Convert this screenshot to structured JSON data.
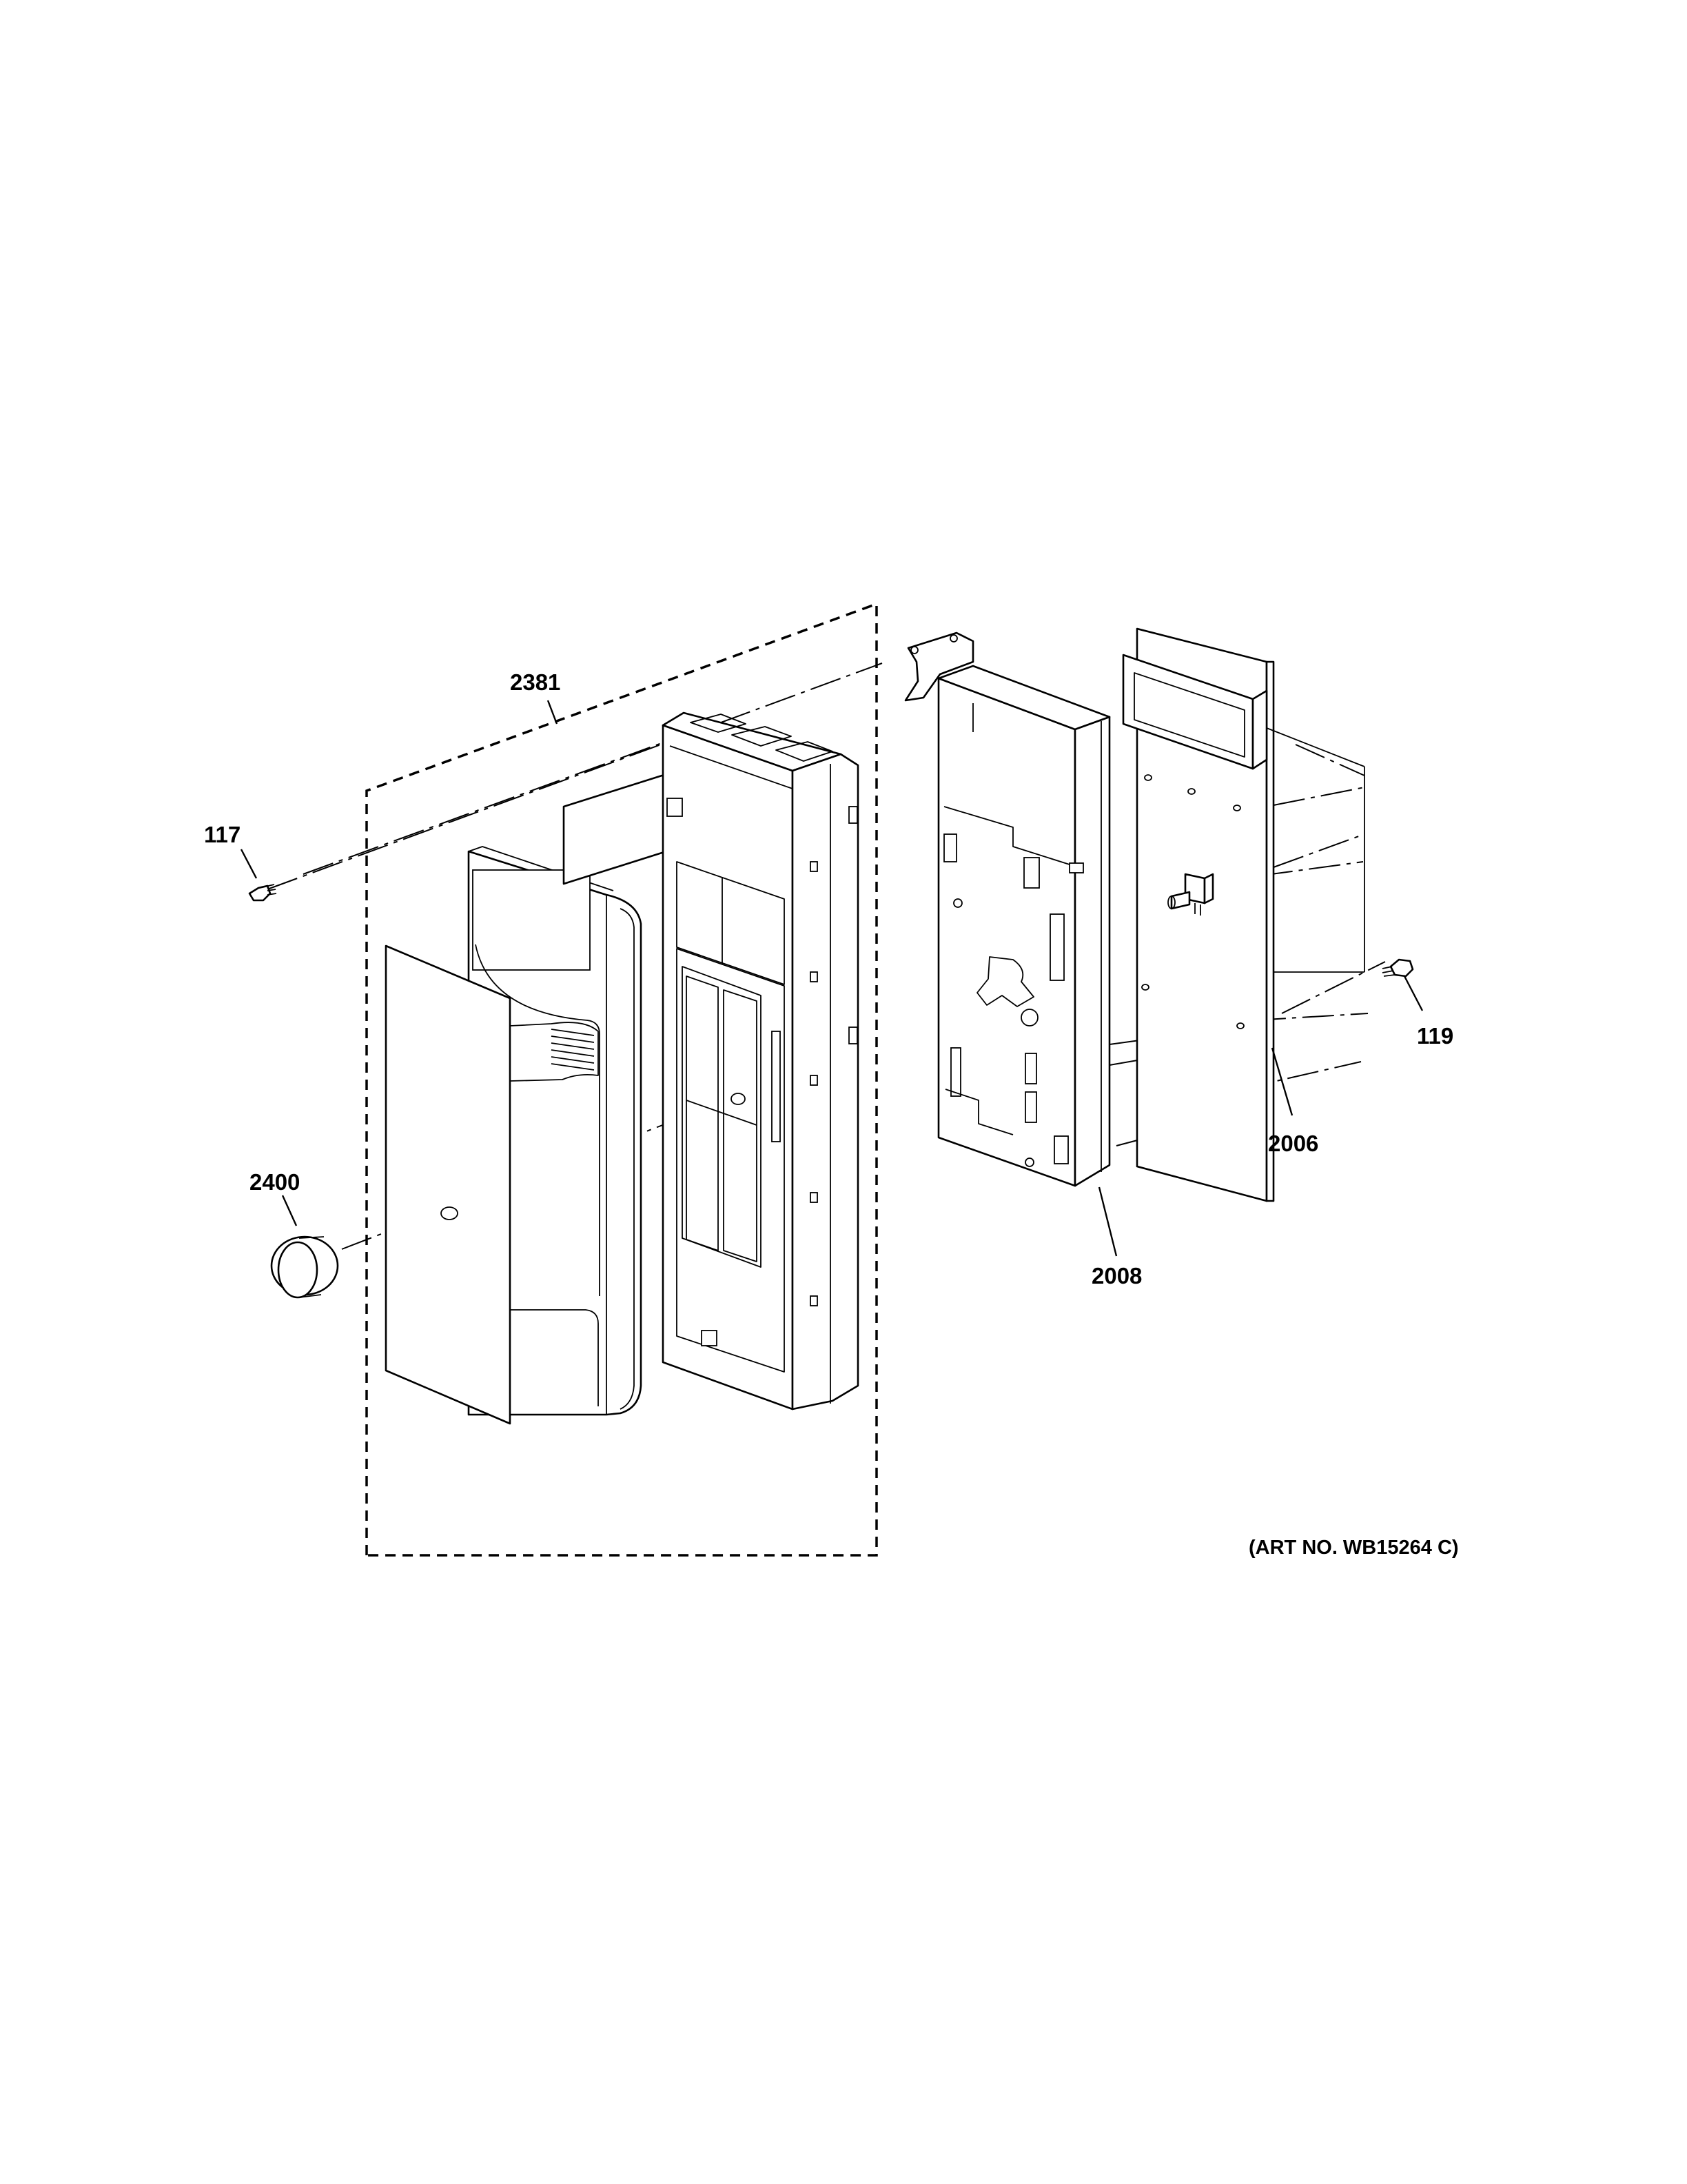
{
  "callouts": {
    "c2381": "2381",
    "c117": "117",
    "c2400": "2400",
    "c119": "119",
    "c2006": "2006",
    "c2008": "2008"
  },
  "art_number": "(ART NO. WB15264 C)",
  "colors": {
    "line": "#000000",
    "background": "#ffffff"
  }
}
